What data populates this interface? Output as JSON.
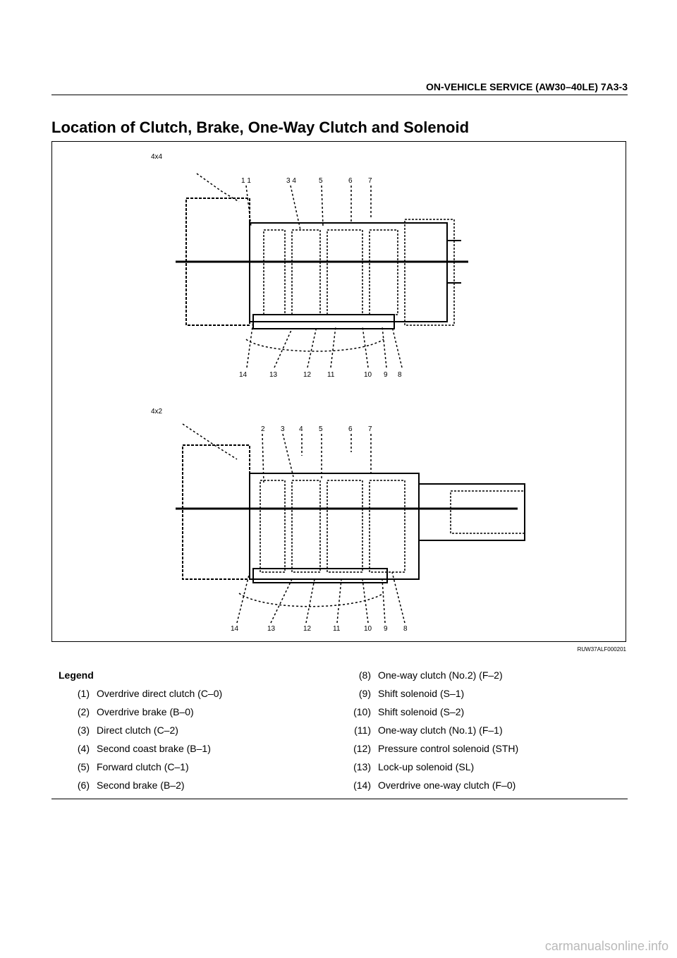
{
  "header": {
    "text": "ON-VEHICLE SERVICE (AW30–40LE)  7A3-3"
  },
  "title": "Location of Clutch, Brake, One-Way Clutch and Solenoid",
  "figure": {
    "code": "RUW37ALF000201",
    "view_a": {
      "label": "4x4",
      "top_callouts": [
        "1 1",
        "3 4",
        "5",
        "6",
        "7"
      ],
      "bottom_callouts": [
        "14",
        "13",
        "12",
        "11",
        "10",
        "9",
        "8"
      ]
    },
    "view_b": {
      "label": "4x2",
      "top_callouts": [
        "2",
        "3",
        "4",
        "5",
        "6",
        "7"
      ],
      "bottom_callouts": [
        "14",
        "13",
        "12",
        "11",
        "10",
        "9",
        "8"
      ]
    }
  },
  "legend": {
    "title": "Legend",
    "left": [
      {
        "num": "(1)",
        "text": "Overdrive direct clutch (C–0)"
      },
      {
        "num": "(2)",
        "text": "Overdrive brake (B–0)"
      },
      {
        "num": "(3)",
        "text": "Direct clutch (C–2)"
      },
      {
        "num": "(4)",
        "text": "Second coast brake (B–1)"
      },
      {
        "num": "(5)",
        "text": "Forward clutch (C–1)"
      },
      {
        "num": "(6)",
        "text": "Second brake (B–2)"
      }
    ],
    "right": [
      {
        "num": "(8)",
        "text": "One-way clutch (No.2) (F–2)"
      },
      {
        "num": "(9)",
        "text": "Shift solenoid (S–1)"
      },
      {
        "num": "(10)",
        "text": "Shift solenoid (S–2)"
      },
      {
        "num": "(11)",
        "text": "One-way clutch (No.1) (F–1)"
      },
      {
        "num": "(12)",
        "text": "Pressure control solenoid (STH)"
      },
      {
        "num": "(13)",
        "text": "Lock-up solenoid (SL)"
      },
      {
        "num": "(14)",
        "text": "Overdrive one-way clutch (F–0)"
      }
    ]
  },
  "watermark": "carmanualsonline.info"
}
